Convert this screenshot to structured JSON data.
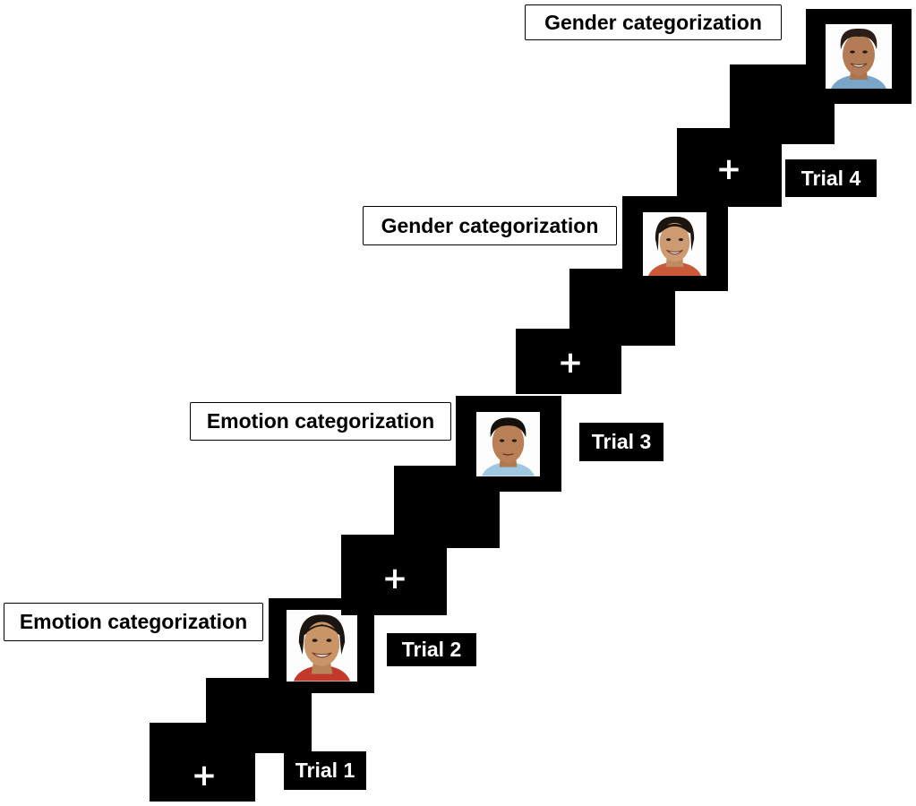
{
  "fixation_symbol": "+",
  "trials": [
    {
      "label": "Trial 1",
      "task": "Emotion categorization",
      "face": "female-face-smiling"
    },
    {
      "label": "Trial 2",
      "task": "Emotion categorization",
      "face": "male-face-neutral"
    },
    {
      "label": "Trial 3",
      "task": "Gender categorization",
      "face": "female-face-smiling"
    },
    {
      "label": "Trial 4",
      "task": "Gender categorization",
      "face": "male-face-smiling"
    }
  ],
  "colors": {
    "screen": "#000000",
    "background": "#ffffff",
    "text_on_screen": "#ffffff"
  }
}
